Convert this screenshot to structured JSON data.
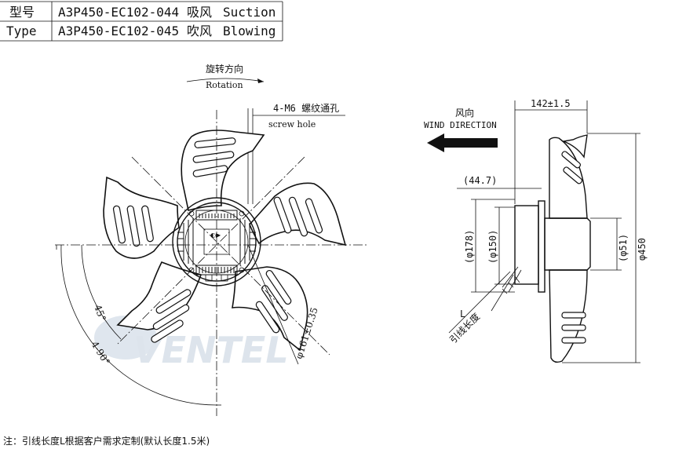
{
  "spec_table": {
    "rows": [
      {
        "label": "型号",
        "model": "A3P450-EC102-044",
        "mode_cn": "吸风",
        "mode_en": "Suction"
      },
      {
        "label": "Type",
        "model": "A3P450-EC102-045",
        "mode_cn": "吹风",
        "mode_en": "Blowing"
      }
    ]
  },
  "front_view": {
    "rotation_cn": "旋转方向",
    "rotation_en": "Rotation",
    "screw_hole_spec": "4-M6 螺纹通孔",
    "screw_hole_en": "screw hole",
    "angle_45": "45°",
    "angle_4x90": "4-90°",
    "bolt_circle": "φ161±0.35"
  },
  "side_view": {
    "wind_cn": "风向",
    "wind_en": "WIND DIRECTION",
    "depth": "142±1.5",
    "offset": "(44.7)",
    "dia_178": "(φ178)",
    "dia_150": "(φ150)",
    "dia_51": "(φ51)",
    "dia_450": "φ450",
    "lead_L": "L",
    "lead_cn": "引线长度"
  },
  "note": "注：引线长度L根据客户需求定制(默认长度1.5米)",
  "watermark": "VENTEL",
  "colors": {
    "line": "#111111",
    "watermark": "#dfe6ee",
    "background": "#ffffff"
  }
}
